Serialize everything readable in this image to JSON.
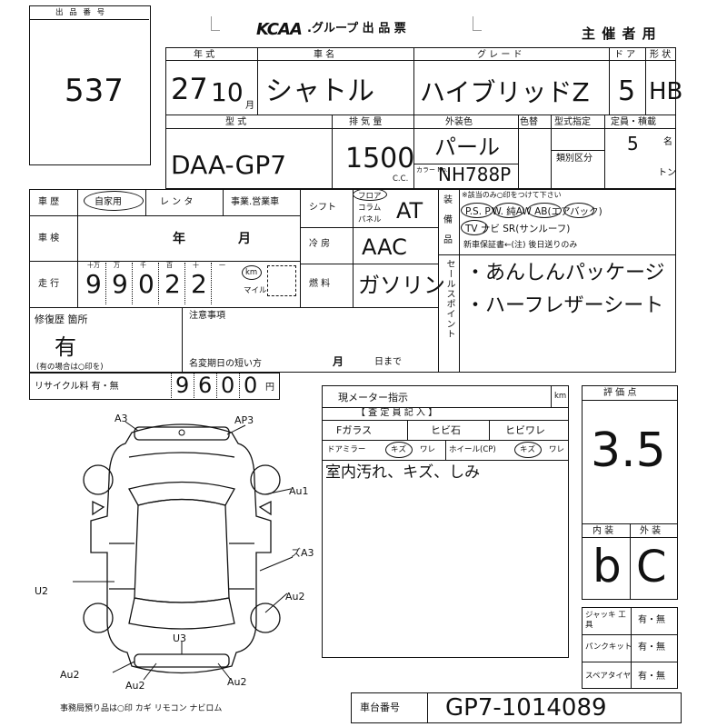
{
  "lot": {
    "label": "出 品 番 号",
    "value": "537"
  },
  "header": {
    "brand": "KCAA",
    "title": ".グループ 出 品 票",
    "copy": "主 催 者 用"
  },
  "row1": {
    "year_label": "年 式",
    "name_label": "車 名",
    "grade_label": "グ レ ー ド",
    "door_label": "ド ア",
    "shape_label": "形 状",
    "year": "27",
    "month": "10",
    "month_unit": "月",
    "name": "シャトル",
    "grade": "ハイブリッドZ",
    "door": "5",
    "shape": "HB"
  },
  "row2": {
    "model_label": "型 式",
    "disp_label": "排 気 量",
    "color_label": "外装色",
    "color_change_label": "色替",
    "type_label": "型式指定",
    "class_label": "類別区分",
    "cap_label": "定員・積載",
    "model": "DAA-GP7",
    "disp": "1500",
    "cc": "C.C.",
    "color": "パール",
    "color_no_label": "カラー No.",
    "color_no": "NH788P",
    "cap": "5",
    "cap_unit": "名",
    "ton_unit": "トン"
  },
  "history": {
    "label": "車 歴",
    "opt1": "自家用",
    "opt2": "レ ン タ",
    "opt3": "事業.営業車"
  },
  "inspection": {
    "label": "車 検",
    "year_unit": "年",
    "month_unit": "月"
  },
  "mileage": {
    "label": "走 行",
    "units": [
      "十万",
      "万",
      "千",
      "百",
      "十",
      "一"
    ],
    "digits": [
      "9",
      "9",
      "0",
      "2",
      "2"
    ],
    "km": "km",
    "mile": "マイル"
  },
  "shift": {
    "label": "シフト",
    "opts": [
      "フロア",
      "コラム",
      "パネル"
    ],
    "value": "AT"
  },
  "ac": {
    "label": "冷 房",
    "value": "AAC"
  },
  "fuel": {
    "label": "燃 料",
    "value": "ガソリン"
  },
  "equip": {
    "vlabel": [
      "装",
      "備",
      "品"
    ],
    "note": "※該当のみ○印をつけて下さい",
    "l1": "P.S. P.W. 純AW AB(エアバック)",
    "l2": "TV ナビ SR(サンルーフ)",
    "l3": "新車保証書←(注) 後日送りのみ"
  },
  "sales": {
    "vlabel": "セールスポイント",
    "l1": "・あんしんパッケージ",
    "l2": "・ハーフレザーシート"
  },
  "repair": {
    "label": "修復歴 箇所",
    "value": "有",
    "note": "(有の場合は○印を)"
  },
  "notes": {
    "label": "注意事項",
    "deadline": "名変期日の短い方",
    "month": "月",
    "day": "日まで"
  },
  "recycle": {
    "label": "リサイクル料 有・無",
    "digits": [
      "9",
      "6",
      "0",
      "0"
    ],
    "unit": "円"
  },
  "meter": {
    "label": "現メーター指示",
    "unit": "km"
  },
  "inspector": {
    "title": "【 査 定 員 記 入 】",
    "fglass": "Fガラス",
    "chip": "ヒビ石",
    "crack": "ヒビワレ",
    "mirror": "ドアミラー",
    "scratch": "キズ",
    "break": "ワレ",
    "wheel": "ホイール(CP)",
    "scratch2": "キズ",
    "break2": "ワレ",
    "remark": "室内汚れ、キズ、しみ"
  },
  "score": {
    "label": "評 価 点",
    "value": "3.5",
    "int_label": "内 装",
    "ext_label": "外 装",
    "int": "b",
    "ext": "C"
  },
  "items": [
    {
      "label": "ジャッキ 工 具",
      "value": "有・無"
    },
    {
      "label": "パンクキット",
      "value": "有・無"
    },
    {
      "label": "スペアタイヤ",
      "value": "有・無"
    }
  ],
  "diagram": {
    "marks": [
      "A3",
      "AP3",
      "Au1",
      "ズA3",
      "U2",
      "Au2",
      "U3",
      "Au2",
      "Au2",
      "Au2"
    ]
  },
  "footer": {
    "items": "事務局預り品は○印 カギ リモコン ナビロム"
  },
  "chassis": {
    "label": "車台番号",
    "value": "GP7-1014089"
  }
}
